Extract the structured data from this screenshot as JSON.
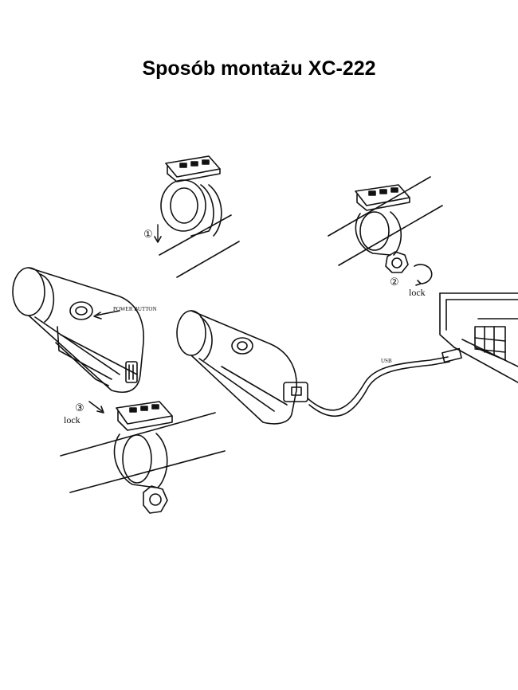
{
  "title": "Sposób montażu XC-222",
  "steps": [
    {
      "number": "①"
    },
    {
      "number": "②",
      "label": "lock"
    },
    {
      "number": "③",
      "label": "lock"
    }
  ],
  "labels": {
    "power_button": "POWER BUTTON",
    "usb": "USB"
  }
}
